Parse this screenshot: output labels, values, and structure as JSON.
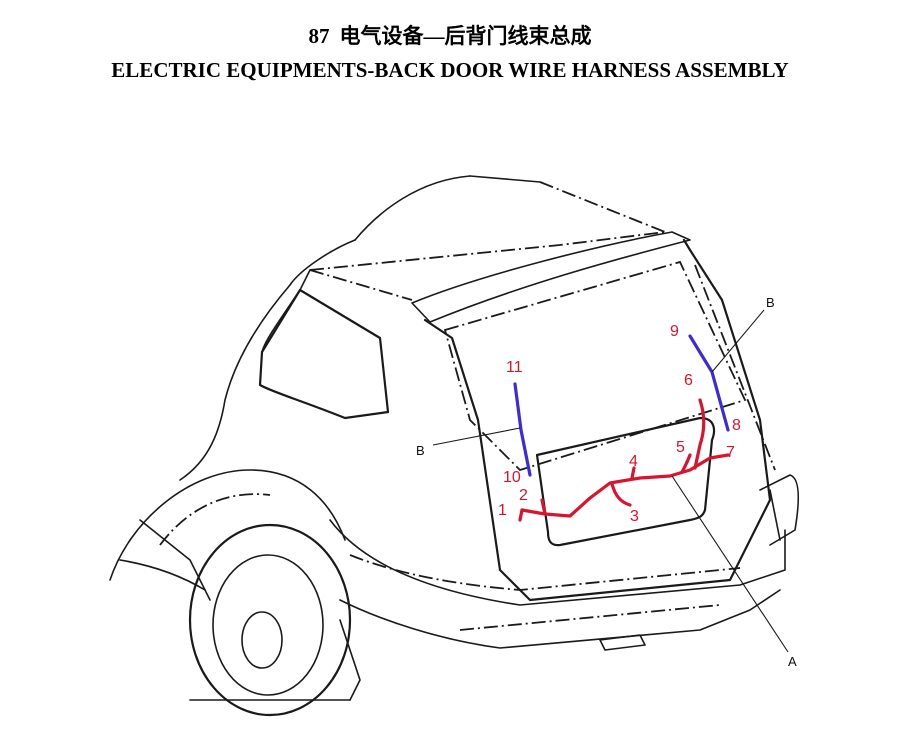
{
  "title": {
    "number": "87",
    "chinese": "电气设备—后背门线束总成",
    "english": "ELECTRIC EQUIPMENTS-BACK DOOR WIRE HARNESS ASSEMBLY"
  },
  "callouts": {
    "n1": "1",
    "n2": "2",
    "n3": "3",
    "n4": "4",
    "n5": "5",
    "n6": "6",
    "n7": "7",
    "n8": "8",
    "n9": "9",
    "n10": "10",
    "n11": "11",
    "leader_a": "A",
    "leader_b_left": "B",
    "leader_b_right": "B"
  },
  "colors": {
    "harness_a": "#d9142f",
    "harness_b": "#3d2ad8",
    "outline": "#1a1a1a"
  }
}
